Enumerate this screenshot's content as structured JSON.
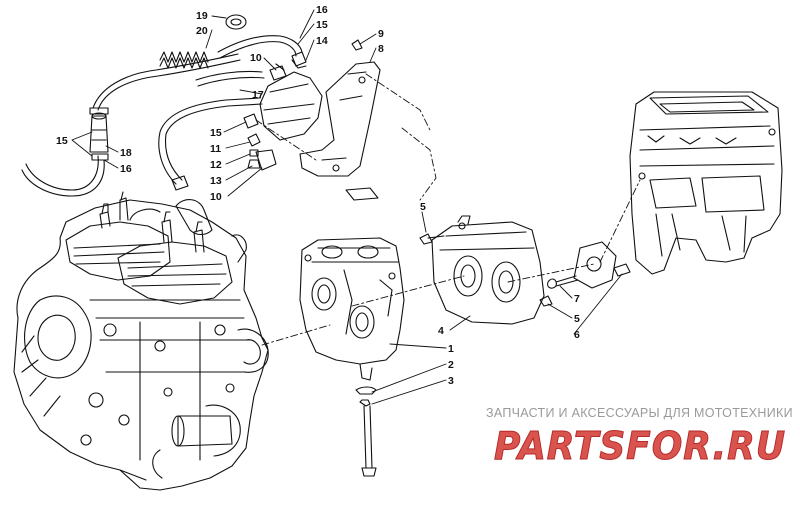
{
  "diagram": {
    "callouts": [
      {
        "id": "c19a",
        "text": "19"
      },
      {
        "id": "c20",
        "text": "20"
      },
      {
        "id": "c16a",
        "text": "16"
      },
      {
        "id": "c15a",
        "text": "15"
      },
      {
        "id": "c14",
        "text": "14"
      },
      {
        "id": "c9",
        "text": "9"
      },
      {
        "id": "c8",
        "text": "8"
      },
      {
        "id": "c10a",
        "text": "10"
      },
      {
        "id": "c17",
        "text": "17"
      },
      {
        "id": "c15b",
        "text": "15"
      },
      {
        "id": "c18",
        "text": "18"
      },
      {
        "id": "c16b",
        "text": "16"
      },
      {
        "id": "c15c",
        "text": "15"
      },
      {
        "id": "c11",
        "text": "11"
      },
      {
        "id": "c12",
        "text": "12"
      },
      {
        "id": "c13",
        "text": "13"
      },
      {
        "id": "c10b",
        "text": "10"
      },
      {
        "id": "c5a",
        "text": "5"
      },
      {
        "id": "c7",
        "text": "7"
      },
      {
        "id": "c5b",
        "text": "5"
      },
      {
        "id": "c6",
        "text": "6"
      },
      {
        "id": "c4",
        "text": "4"
      },
      {
        "id": "c1",
        "text": "1"
      },
      {
        "id": "c2",
        "text": "2"
      },
      {
        "id": "c3",
        "text": "3"
      }
    ]
  },
  "watermark": {
    "tagline": "ЗАПЧАСТИ И АКСЕССУАРЫ ДЛЯ МОТОТЕХНИКИ",
    "logo": "PARTSFOR.RU",
    "colors": {
      "logo_red": "#d9534f",
      "logo_outline": "#b52b27",
      "tagline_gray": "#9a9a9a"
    }
  },
  "colors": {
    "line": "#111111",
    "background": "#ffffff"
  }
}
